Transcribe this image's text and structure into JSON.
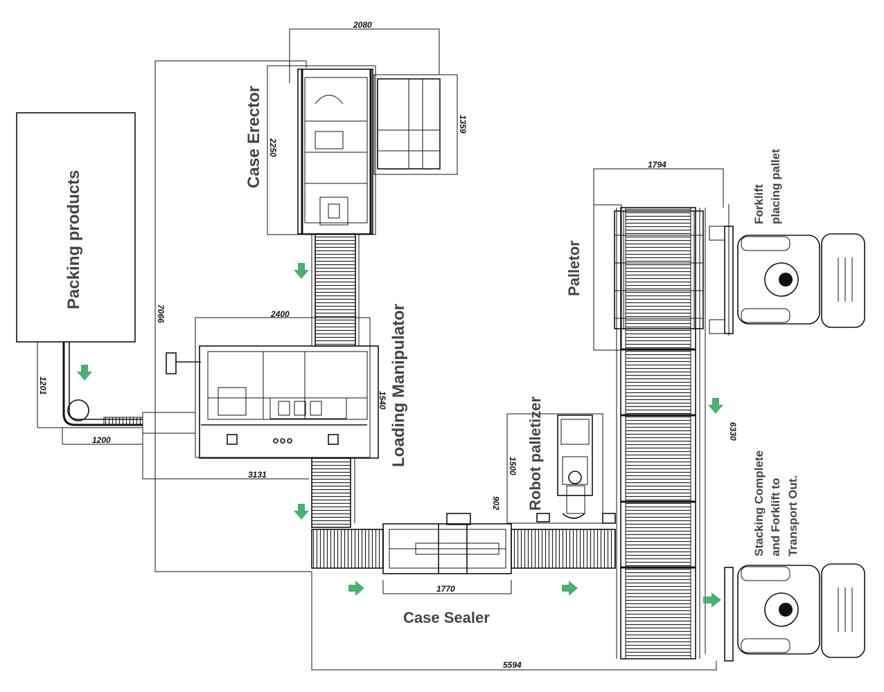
{
  "labels": {
    "packing_products": "Packing products",
    "case_erector": "Case Erector",
    "loading_manipulator": "Loading Manipulator",
    "robot_palletizer": "Robot palletizer",
    "palletor": "Palletor",
    "case_sealer": "Case Sealer",
    "forklift_line1": "Forklift",
    "forklift_line2": "placing pallet",
    "stacking_line1": "Stacking Complete",
    "stacking_line2": "and Forklift to",
    "stacking_line3": "Transport Out."
  },
  "dimensions": {
    "d2080": "2080",
    "d1359": "1359",
    "d2250": "2250",
    "d7066": "7066",
    "d2400": "2400",
    "d1540": "1540",
    "d1201": "1201",
    "d1200": "1200",
    "d3131": "3131",
    "d1794": "1794",
    "d6330": "6330",
    "d1500": "1500",
    "d902": "902",
    "d1770": "1770",
    "d5594": "5594"
  },
  "colors": {
    "flow_arrow": "#4caf73",
    "line": "#111111",
    "label": "#444444"
  }
}
